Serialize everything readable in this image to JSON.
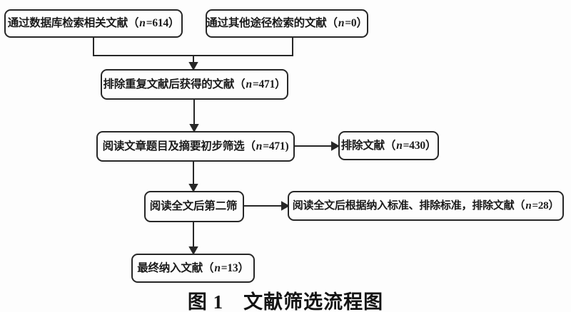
{
  "figure": {
    "caption": "图 1　文献筛选流程图"
  },
  "nodes": {
    "db_search": {
      "before": "通过数据库检索相关文献（",
      "italic": "n",
      "after": "=614）"
    },
    "other_search": {
      "before": "通过其他途径检索的文献（",
      "italic": "n",
      "after": "=0）"
    },
    "dedup": {
      "before": "排除重复文献后获得的文献（",
      "italic": "n",
      "after": "=471）"
    },
    "title_abstract": {
      "before": "阅读文章题目及摘要初步筛选（",
      "italic": "n",
      "after": "=471)"
    },
    "excluded_430": {
      "before": "排除文献（",
      "italic": "n",
      "after": "=430）"
    },
    "full_text_screen": {
      "before": "阅读全文后第二筛",
      "italic": "",
      "after": ""
    },
    "excluded_28": {
      "before": "阅读全文后根据纳入标准、排除标准，排除文献（",
      "italic": "n",
      "after": "=28）"
    },
    "final_included": {
      "before": "最终纳入文献（",
      "italic": "n",
      "after": "=13）"
    }
  }
}
